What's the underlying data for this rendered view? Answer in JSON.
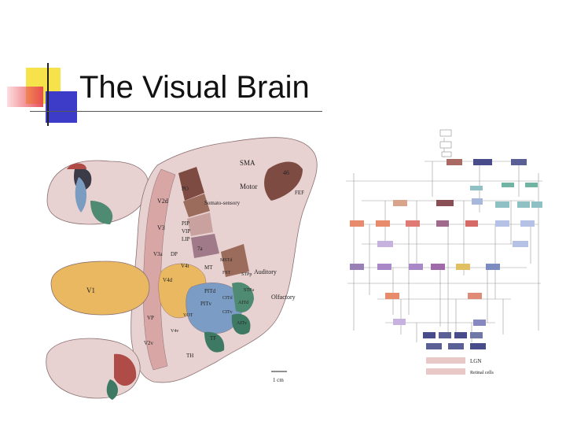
{
  "slide": {
    "title": "The Visual Brain"
  },
  "brain_map": {
    "area_labels": [
      "SMA",
      "46",
      "Motor",
      "FEF",
      "V2d",
      "PO",
      "PIP",
      "VIP",
      "LIP",
      "7a",
      "V3",
      "V3a",
      "DP",
      "V4t",
      "MSTd",
      "MT",
      "FST",
      "STPp",
      "V4d",
      "V1",
      "PITd",
      "CITd",
      "AITd",
      "STPa",
      "PITv",
      "CITv",
      "AITv",
      "VOT",
      "VP",
      "V4v",
      "TF",
      "V2v",
      "TH",
      "Somato-sensory",
      "Auditory",
      "Olfactory"
    ],
    "scale_label": "1 cm"
  },
  "hierarchy": {
    "legend": [
      "LGN",
      "Retinal cells"
    ]
  },
  "colors": {
    "accent_yellow": "#f6e24a",
    "accent_red": "#e84650",
    "accent_blue": "#3c3cc8",
    "cortex": "#e8d1d1",
    "v1": "#eab860",
    "dorsal": "#7e4b43",
    "ventral": "#3e7a63",
    "it": "#7b9cc4"
  }
}
